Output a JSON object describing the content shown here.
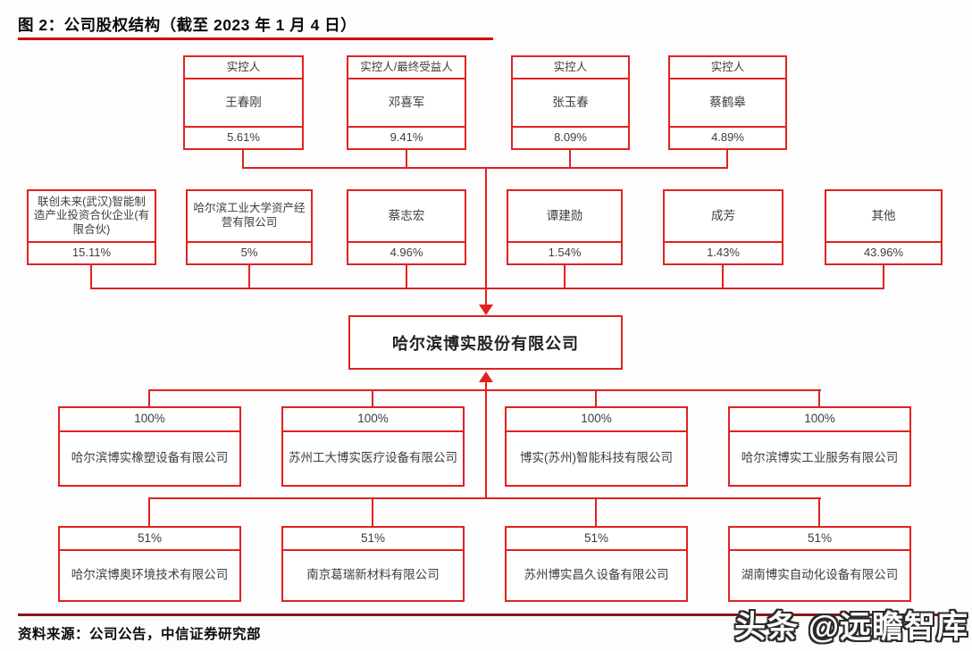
{
  "figure": {
    "title": "图 2：公司股权结构（截至 2023 年 1 月 4 日）",
    "source": "资料来源：公司公告，中信证券研究部",
    "watermark": "头条 @远瞻智库"
  },
  "company": {
    "name": "哈尔滨博实股份有限公司"
  },
  "controllers": [
    {
      "role": "实控人",
      "name": "王春刚",
      "pct": "5.61%"
    },
    {
      "role": "实控人/最终受益人",
      "name": "邓喜军",
      "pct": "9.41%"
    },
    {
      "role": "实控人",
      "name": "张玉春",
      "pct": "8.09%"
    },
    {
      "role": "实控人",
      "name": "蔡鹤皋",
      "pct": "4.89%"
    }
  ],
  "shareholders": [
    {
      "name": "联创未来(武汉)智能制造产业投资合伙企业(有限合伙)",
      "pct": "15.11%"
    },
    {
      "name": "哈尔滨工业大学资产经营有限公司",
      "pct": "5%"
    },
    {
      "name": "蔡志宏",
      "pct": "4.96%"
    },
    {
      "name": "谭建勋",
      "pct": "1.54%"
    },
    {
      "name": "成芳",
      "pct": "1.43%"
    },
    {
      "name": "其他",
      "pct": "43.96%"
    }
  ],
  "subsidiaries_100": [
    {
      "pct": "100%",
      "name": "哈尔滨博实橡塑设备有限公司"
    },
    {
      "pct": "100%",
      "name": "苏州工大博实医疗设备有限公司"
    },
    {
      "pct": "100%",
      "name": "博实(苏州)智能科技有限公司"
    },
    {
      "pct": "100%",
      "name": "哈尔滨博实工业服务有限公司"
    }
  ],
  "subsidiaries_51": [
    {
      "pct": "51%",
      "name": "哈尔滨博奥环境技术有限公司"
    },
    {
      "pct": "51%",
      "name": "南京葛瑞新材料有限公司"
    },
    {
      "pct": "51%",
      "name": "苏州博实昌久设备有限公司"
    },
    {
      "pct": "51%",
      "name": "湖南博实自动化设备有限公司"
    }
  ],
  "colors": {
    "box_border": "#e02222",
    "title_underline": "#cf0a0a",
    "footer_line": "#8c1717"
  }
}
